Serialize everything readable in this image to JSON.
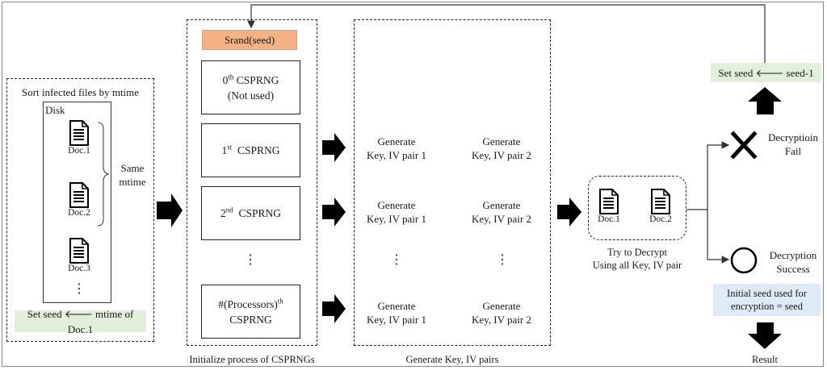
{
  "sort_panel": {
    "title": "Sort infected files by mtime",
    "disk_label": "Disk",
    "docs": [
      "Doc.1",
      "Doc.2",
      "Doc.3"
    ],
    "ellipsis": "⋮",
    "same_mtime": [
      "Same",
      "mtime"
    ],
    "set_seed": "Set seed 🡐 mtime of Doc.1"
  },
  "csprng_panel": {
    "srand": "Srand(seed)",
    "zero": {
      "num": "0",
      "ord": "th",
      "rest": " CSPRNG",
      "line2": "(Not used)"
    },
    "first": {
      "num": "1",
      "ord": "st",
      "rest": "  CSPRNG"
    },
    "second": {
      "num": "2",
      "ord": "nd",
      "rest": "  CSPRNG"
    },
    "dots": "⋮",
    "last": {
      "num": "#(Processors)",
      "ord": "th",
      "line2": "CSPRNG"
    },
    "caption": "Initialize  process of CSPRNGs"
  },
  "keys_panel": {
    "pair1": [
      "Generate",
      "Key, IV pair 1"
    ],
    "pair2": [
      "Generate",
      "Key, IV pair 2"
    ],
    "dots": "⋮",
    "caption": "Generate Key, IV pairs"
  },
  "decrypt_panel": {
    "docs": [
      "Doc.1",
      "Doc.2"
    ],
    "caption": [
      "Try to Decrypt",
      "Using all Key, IV pair"
    ]
  },
  "outcomes": {
    "fail": [
      "Decryptioin",
      "Fail"
    ],
    "success": [
      "Decryption",
      "Success"
    ],
    "set_seed_minus": "Set seed 🡐 seed-1",
    "initial_seed": [
      "Initial seed used for",
      "encryption = seed"
    ],
    "result": "Result"
  },
  "colors": {
    "green_box": "#e2efd9",
    "orange_box": "#f4b183",
    "blue_box": "#deebf7"
  },
  "icons": [
    "document-icon",
    "cross-icon",
    "circle-icon",
    "right-arrow-icon",
    "up-arrow-icon",
    "down-arrow-icon",
    "brace-icon"
  ]
}
